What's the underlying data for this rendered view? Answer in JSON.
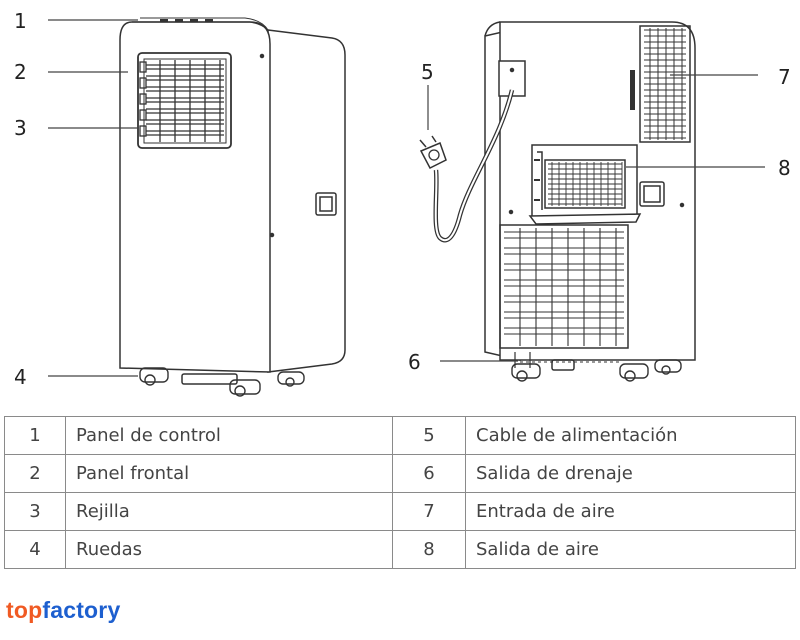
{
  "callouts": [
    "1",
    "2",
    "3",
    "4",
    "5",
    "6",
    "7",
    "8"
  ],
  "parts_table": {
    "rows": [
      {
        "num_a": "1",
        "label_a": "Panel de control",
        "num_b": "5",
        "label_b": "Cable de alimentación"
      },
      {
        "num_a": "2",
        "label_a": "Panel frontal",
        "num_b": "6",
        "label_b": "Salida de drenaje"
      },
      {
        "num_a": "3",
        "label_a": "Rejilla",
        "num_b": "7",
        "label_b": "Entrada de aire"
      },
      {
        "num_a": "4",
        "label_a": "Ruedas",
        "num_b": "8",
        "label_b": "Salida de aire"
      }
    ]
  },
  "brand": {
    "part1": "top",
    "part2": "factory",
    "color1": "#f05a23",
    "color2": "#1d5fcf"
  }
}
